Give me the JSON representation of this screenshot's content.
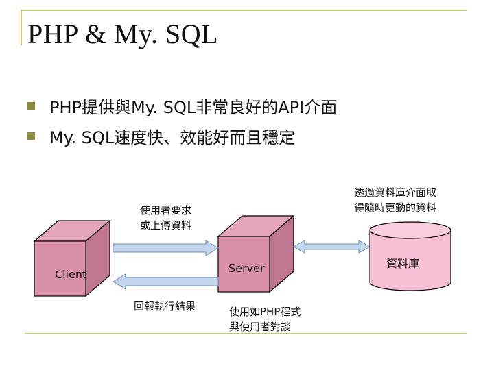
{
  "slide": {
    "title": "PHP & My. SQL",
    "bullets": [
      "PHP提供與My. SQL非常良好的API介面",
      "My. SQL速度快、效能好而且穩定"
    ]
  },
  "diagram": {
    "client_label": "Client",
    "server_label": "Server",
    "database_label": "資料庫",
    "request_note": [
      "使用者要求",
      "或上傳資料"
    ],
    "response_note": "回報執行結果",
    "server_note": [
      "使用如PHP程式",
      "與使用者對談"
    ],
    "db_note": [
      "透過資料庫介面取",
      "得隨時更動的資料"
    ]
  },
  "colors": {
    "box_fill": "#d98fa8",
    "arrow_fill": "#c2d6ee",
    "db_fill": "#f7bfd4",
    "frame": "#c8c87a",
    "bullet": "#8c8c3a"
  }
}
